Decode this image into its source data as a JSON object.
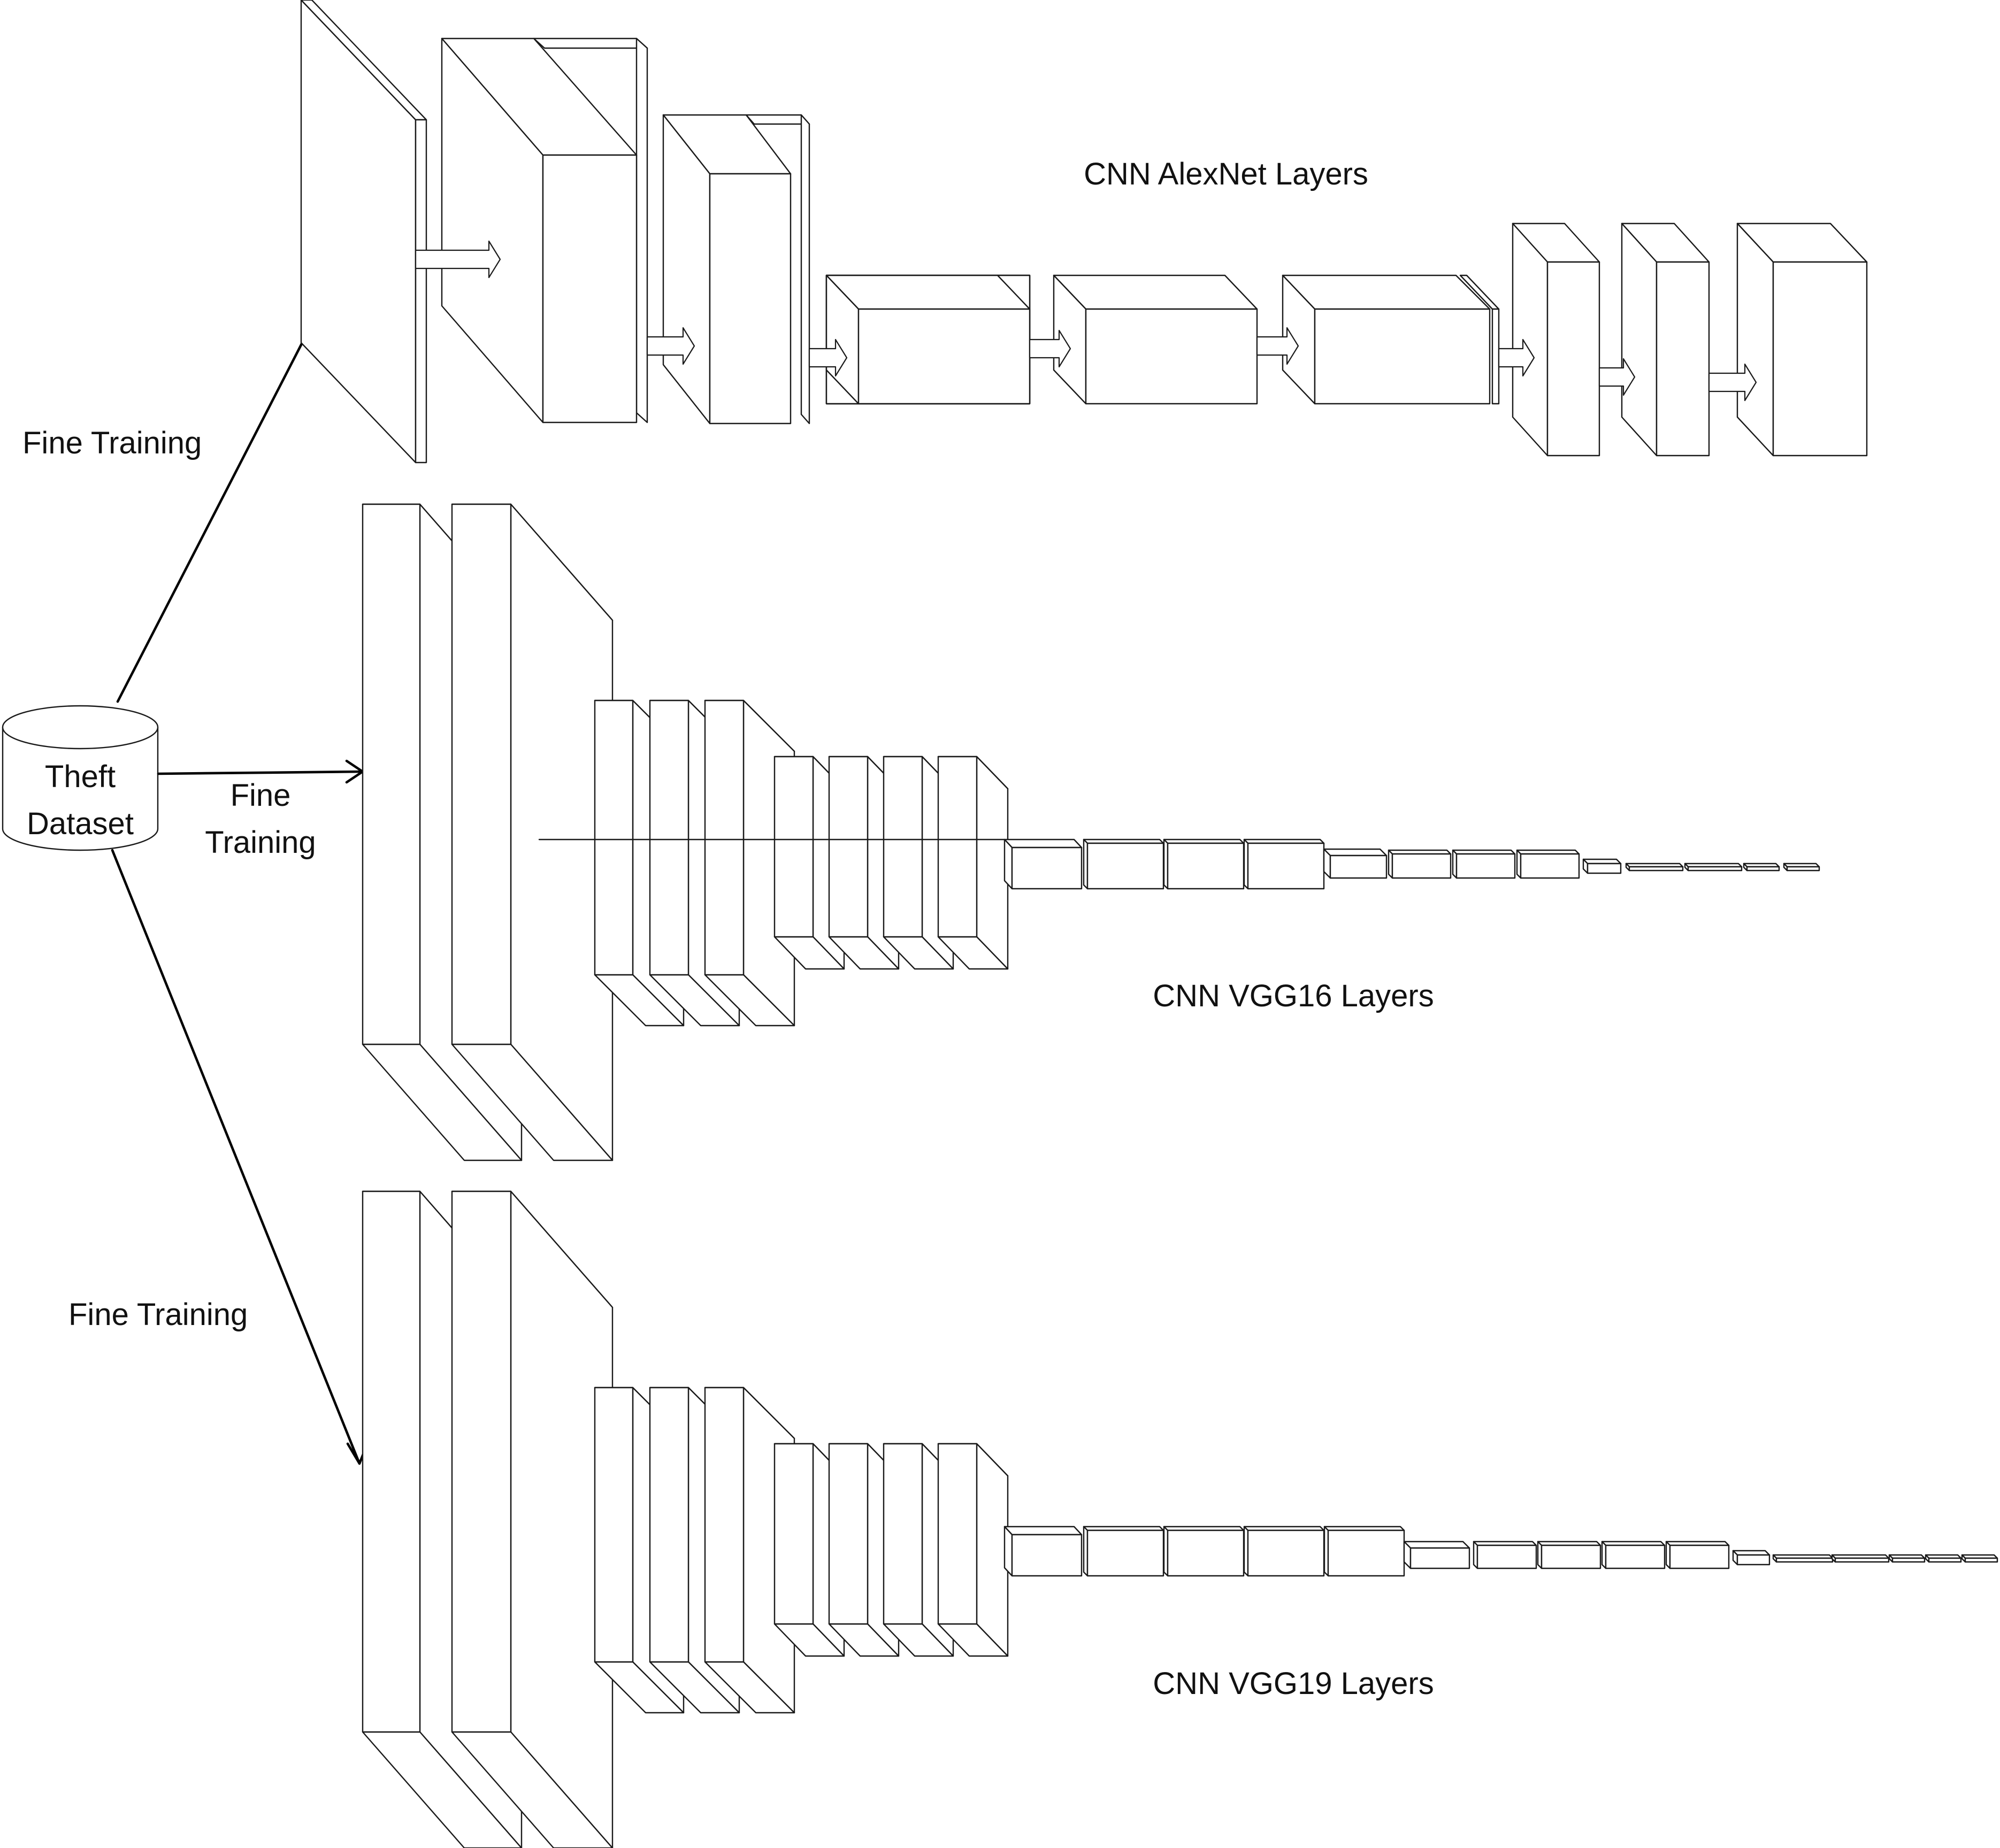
{
  "dataset": {
    "line1": "Theft",
    "line2": "Dataset"
  },
  "edges": {
    "top": {
      "label": "Fine Training"
    },
    "middle": {
      "label_line1": "Fine",
      "label_line2": "Training"
    },
    "bottom": {
      "label": "Fine Training"
    }
  },
  "networks": {
    "alexnet": {
      "title": "CNN AlexNet Layers"
    },
    "vgg16": {
      "title": "CNN VGG16 Layers"
    },
    "vgg19": {
      "title": "CNN VGG19 Layers"
    }
  }
}
